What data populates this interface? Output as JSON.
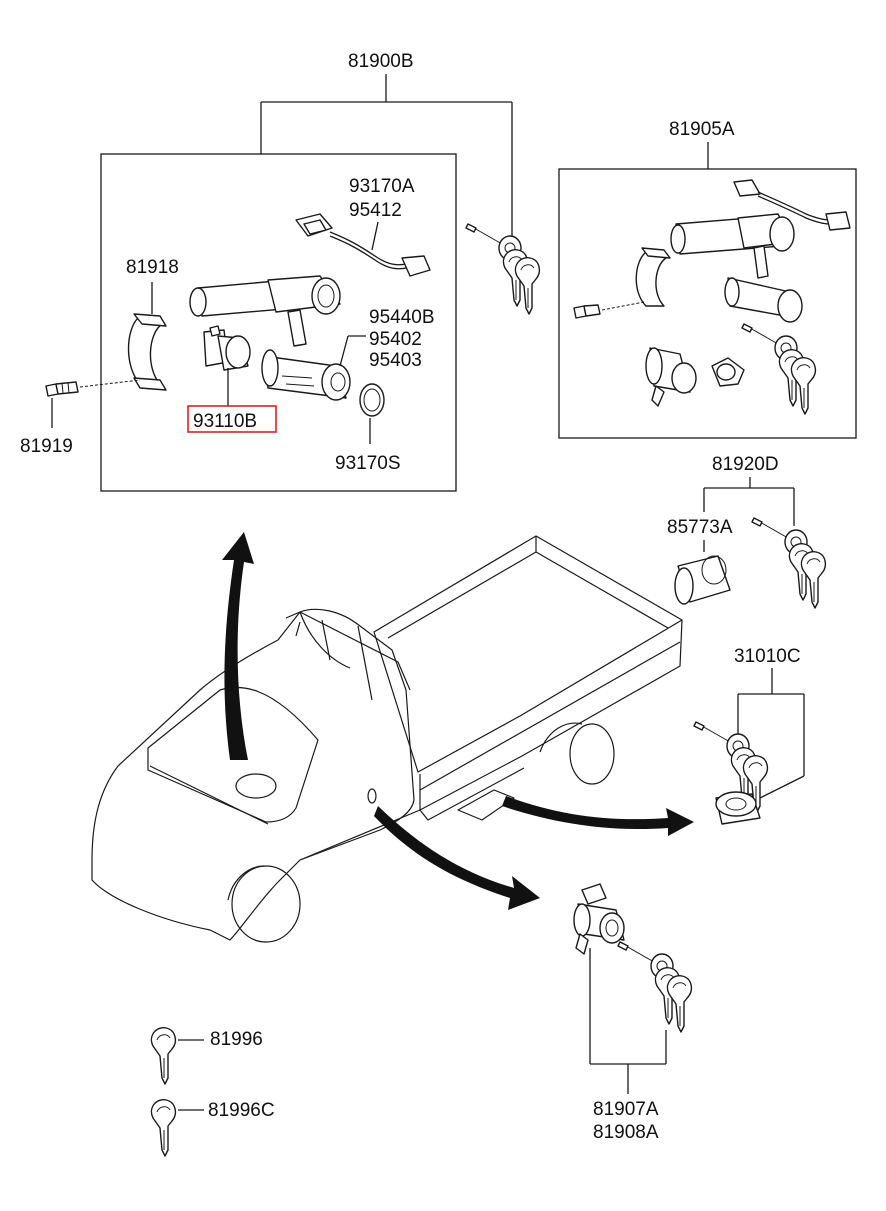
{
  "labels": {
    "p81900B": "81900B",
    "p81905A": "81905A",
    "p93170A": "93170A",
    "p95412": "95412",
    "p81918": "81918",
    "p95440B": "95440B",
    "p95402": "95402",
    "p95403": "95403",
    "p93110B": "93110B",
    "p93170S": "93170S",
    "p81919": "81919",
    "p81920D": "81920D",
    "p85773A": "85773A",
    "p31010C": "31010C",
    "p81996": "81996",
    "p81996C": "81996C",
    "p81907A": "81907A",
    "p81908A": "81908A"
  },
  "highlight": {
    "color": "#e02020",
    "part": "93110B"
  },
  "icons": [
    "key-icon",
    "ignition-lock-icon",
    "door-lock-cylinder-icon",
    "fuel-cap-lock-icon",
    "truck-illustration"
  ]
}
